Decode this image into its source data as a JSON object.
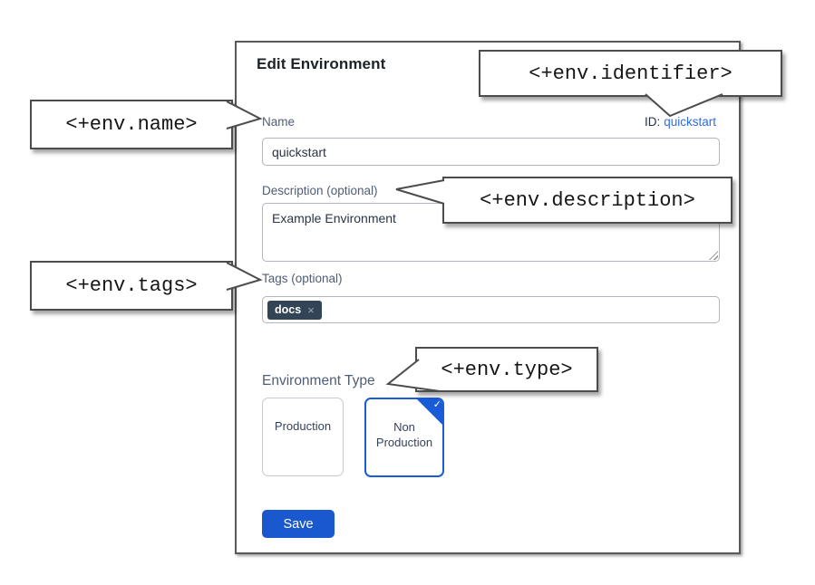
{
  "panel": {
    "title": "Edit Environment",
    "name_field": {
      "label": "Name",
      "value": "quickstart"
    },
    "id_field": {
      "label": "ID:",
      "value": "quickstart"
    },
    "description_field": {
      "label": "Description (optional)",
      "value": "Example Environment"
    },
    "tags_field": {
      "label": "Tags (optional)",
      "tags": [
        {
          "label": "docs",
          "remove_icon": "×"
        }
      ]
    },
    "env_type": {
      "label": "Environment Type",
      "check_icon": "✓",
      "options": [
        {
          "label": "Production",
          "selected": false
        },
        {
          "label": "Non Production",
          "selected": true
        }
      ]
    },
    "save_button": "Save"
  },
  "callouts": {
    "name": "<+env.name>",
    "identifier": "<+env.identifier>",
    "description": "<+env.description>",
    "tags": "<+env.tags>",
    "type": "<+env.type>"
  },
  "colors": {
    "primary_blue": "#1a5cd8",
    "button_blue": "#1a58d0",
    "link_blue": "#2c6cf0",
    "tag_bg": "#344457",
    "label_slate": "#4f5d75"
  }
}
